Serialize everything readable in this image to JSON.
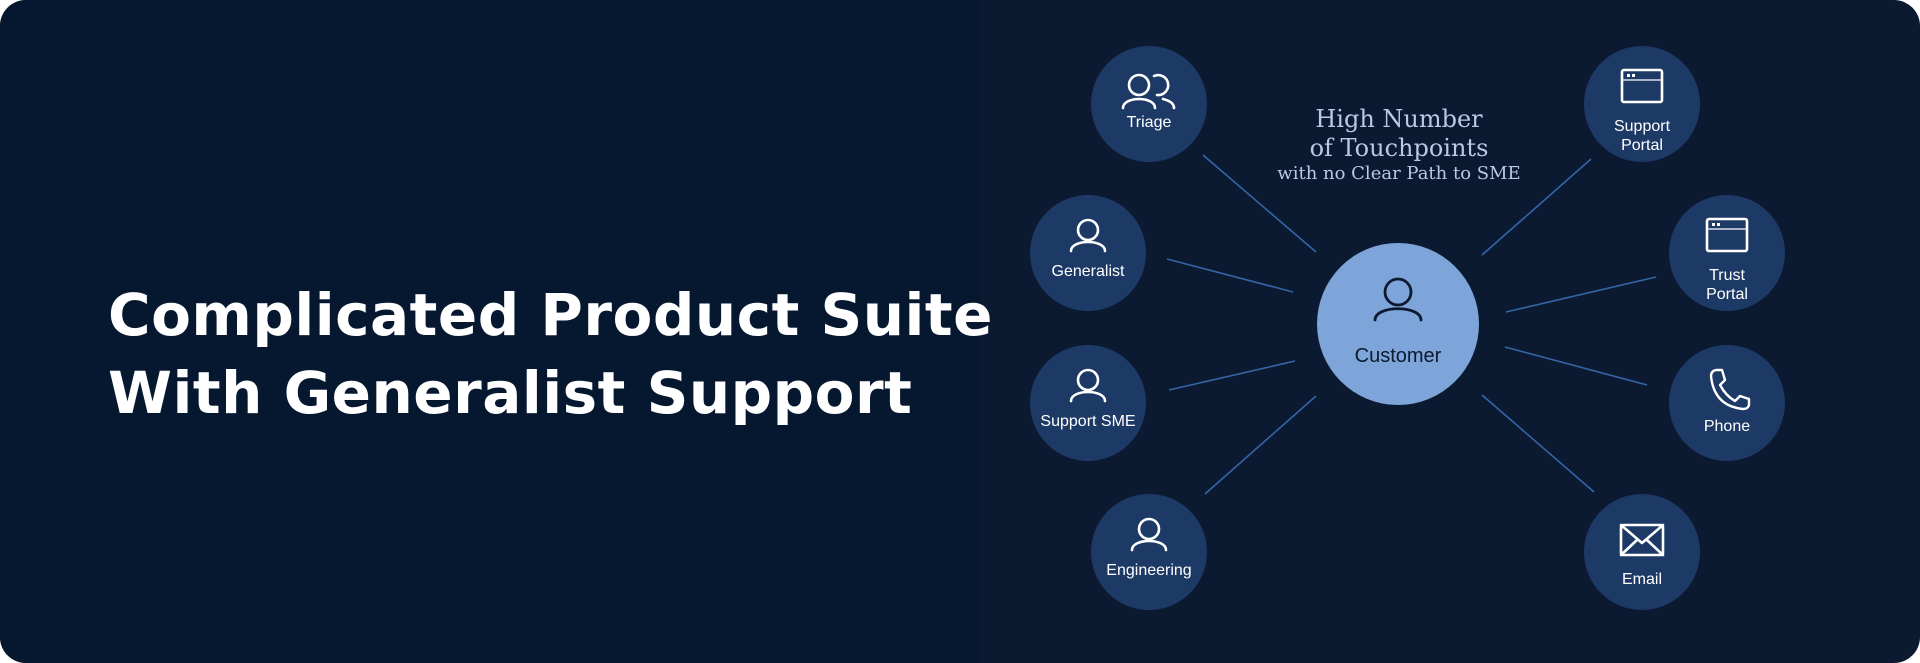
{
  "headline": {
    "line1": "Complicated Product Suite",
    "line2": "With Generalist Support"
  },
  "diagram": {
    "center": {
      "label": "Customer",
      "icon": "person-icon"
    },
    "note": {
      "line1": "High Number",
      "line2": "of Touchpoints",
      "line3": "with no Clear Path to SME"
    },
    "nodes": {
      "triage": {
        "label": "Triage",
        "icon": "people-icon"
      },
      "generalist": {
        "label": "Generalist",
        "icon": "person-icon"
      },
      "support_sme": {
        "label": "Support SME",
        "icon": "person-icon"
      },
      "engineering": {
        "label": "Engineering",
        "icon": "person-icon"
      },
      "support_portal": {
        "line1": "Support",
        "line2": "Portal",
        "icon": "browser-window-icon"
      },
      "trust_portal": {
        "line1": "Trust",
        "line2": "Portal",
        "icon": "browser-window-icon"
      },
      "phone": {
        "label": "Phone",
        "icon": "phone-icon"
      },
      "email": {
        "label": "Email",
        "icon": "envelope-icon"
      }
    }
  },
  "colors": {
    "background": "#0b1a30",
    "left_panel": "#061830",
    "node_fill": "#1d3a66",
    "center_fill": "#7ea5d9",
    "connector": "#3465a8",
    "headline_text": "#ffffff"
  }
}
